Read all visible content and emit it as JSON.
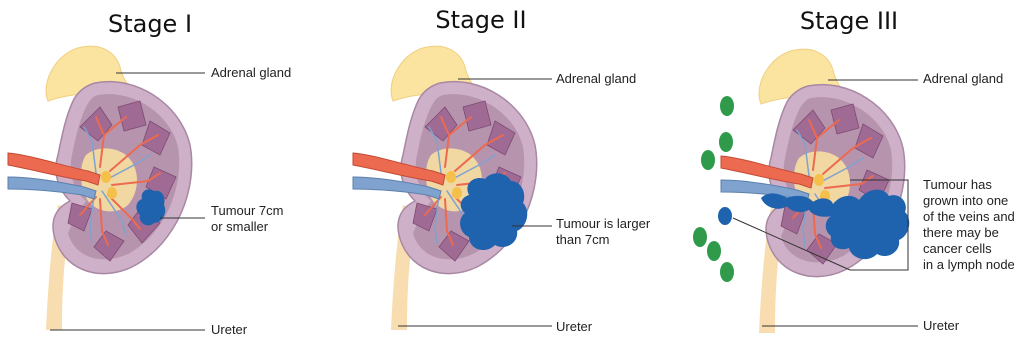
{
  "panels": [
    {
      "title": "Stage I",
      "adrenal_label": "Adrenal gland",
      "tumour_label": [
        "Tumour 7cm",
        "or smaller"
      ],
      "ureter_label": "Ureter"
    },
    {
      "title": "Stage II",
      "adrenal_label": "Adrenal gland",
      "tumour_label": [
        "Tumour is larger",
        "than 7cm"
      ],
      "ureter_label": "Ureter"
    },
    {
      "title": "Stage III",
      "adrenal_label": "Adrenal gland",
      "tumour_label": [
        "Tumour has",
        "grown into one",
        "of the veins and",
        "there may be",
        "cancer cells",
        "in a lymph node"
      ],
      "ureter_label": "Ureter"
    }
  ],
  "colors": {
    "adrenal": "#fbe3a0",
    "ureter": "#f8ddb0",
    "kidney_outer": "#ceb0c8",
    "kidney_inner": "#b694ae",
    "pyramid": "#9f6a93",
    "artery": "#ec6a4f",
    "vein": "#7fa2cf",
    "tumour": "#1f63ae",
    "lymph_node": "#2e9a4a"
  }
}
